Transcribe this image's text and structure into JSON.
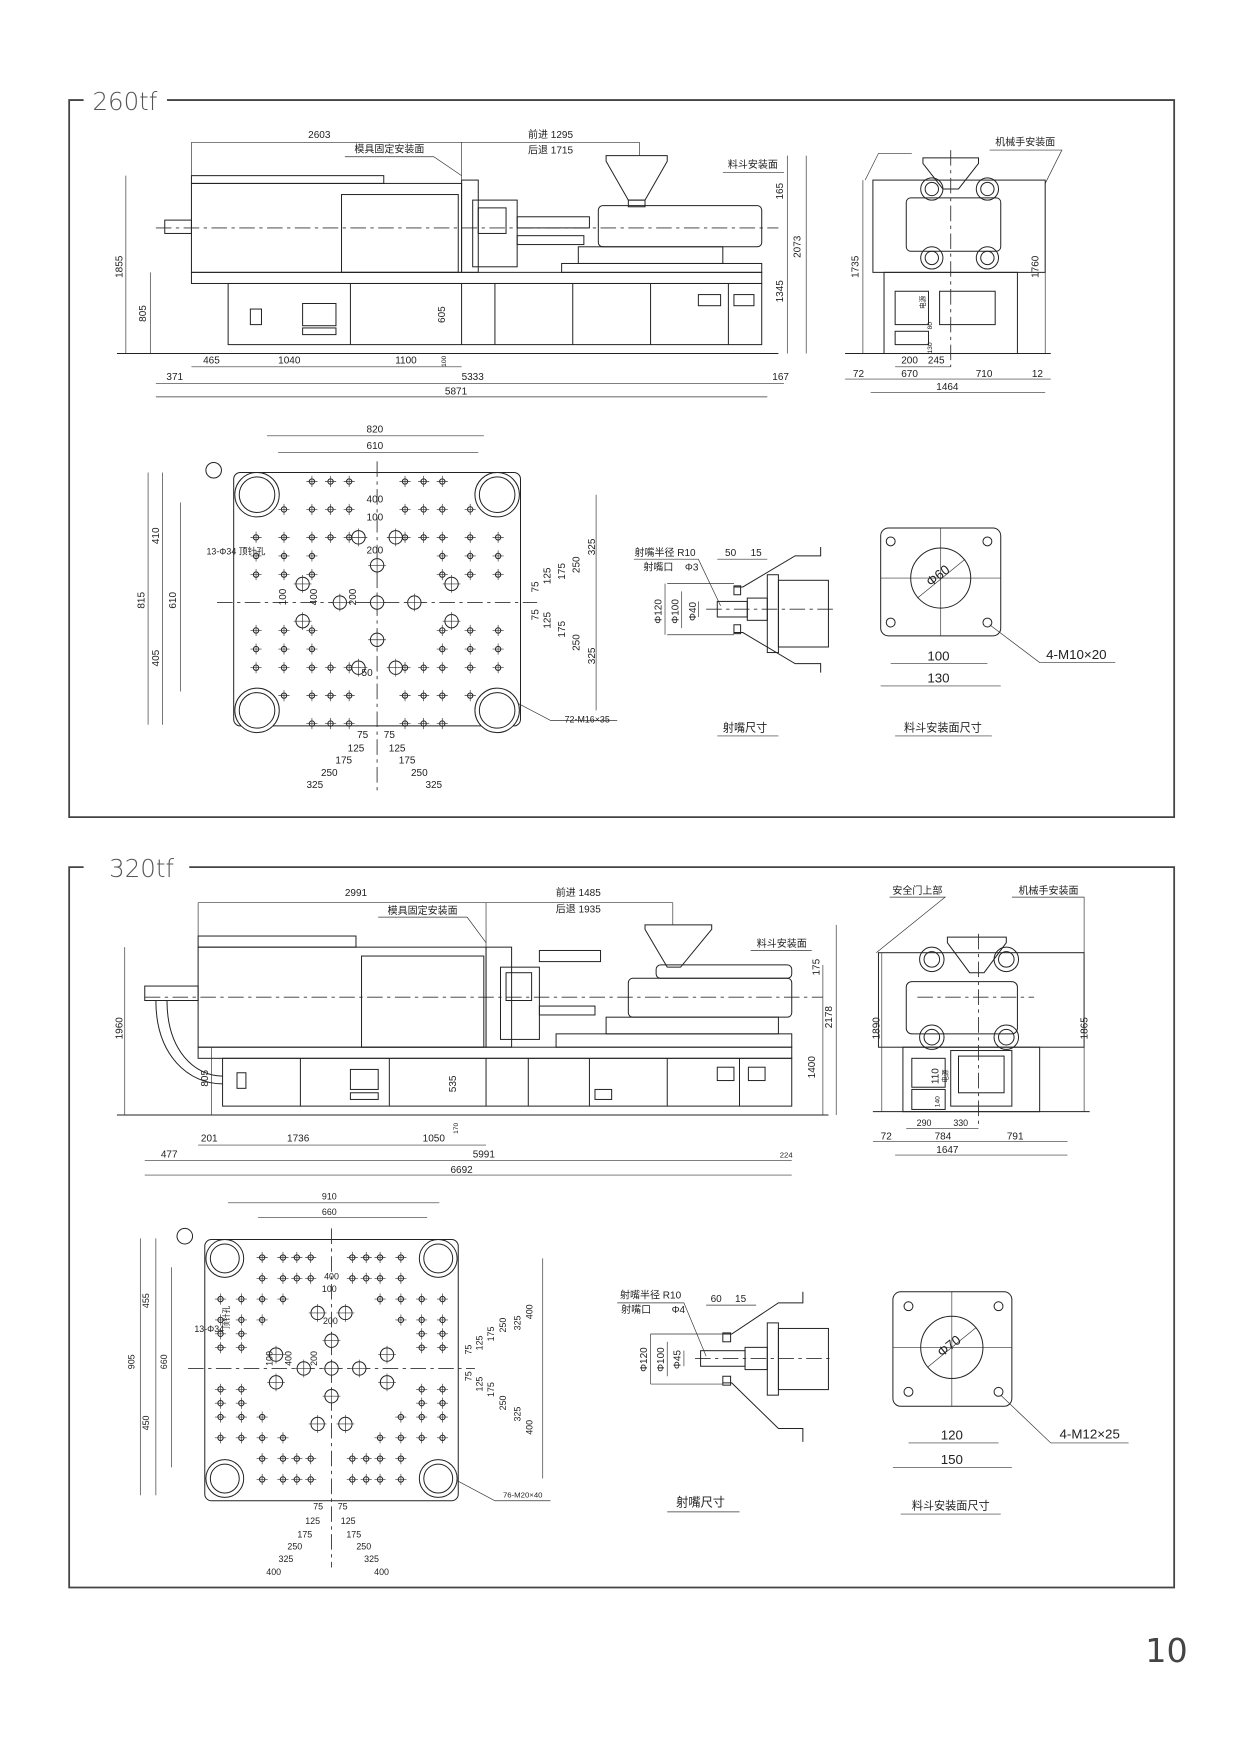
{
  "page_number": "10",
  "s260": {
    "title": "260tf",
    "side": {
      "len_front": "2603",
      "advance": "前进 1295",
      "retreat": "后退 1715",
      "mold_face": "模具固定安装面",
      "hopper_face": "料斗安装面",
      "h_hopper": "165",
      "h_total": "2073",
      "h_center": "1345",
      "h_body": "1855",
      "h_frame": "805",
      "h_cabinet": "605",
      "h_foot": "100",
      "row1": [
        "465",
        "1040",
        "1100"
      ],
      "row2": [
        "371",
        "5333",
        "167"
      ],
      "overall": "5871"
    },
    "end": {
      "robot_face": "机械手安装面",
      "h_left": "1735",
      "h_right": "1760",
      "power": "电源",
      "h_a": "80",
      "h_b": "130",
      "row1": [
        "200",
        "245"
      ],
      "row2": [
        "72",
        "670",
        "710",
        "12"
      ],
      "overall": "1464"
    },
    "plate": {
      "w_outer": "820",
      "w_tie": "610",
      "h_outer": "815",
      "h_top": "410",
      "h_bottom": "405",
      "h_tie": "610",
      "top": [
        "400",
        "100",
        "200"
      ],
      "left": [
        "100",
        "400",
        "200"
      ],
      "small": "50",
      "ejector_label": "13-Φ34 顶针孔",
      "right_upper": [
        "325",
        "250",
        "175",
        "125",
        "75"
      ],
      "right_lower": [
        "75",
        "125",
        "175",
        "250",
        "325"
      ],
      "tap_label": "72-M16×35",
      "bottom": [
        "75",
        "75",
        "125",
        "125",
        "175",
        "175",
        "250",
        "250",
        "325",
        "325"
      ]
    },
    "nozzle": {
      "radius": "射嘴半径 R10",
      "orifice_label": "射嘴口",
      "orifice": "Φ3",
      "len": [
        "50",
        "15"
      ],
      "dia": [
        "Φ120",
        "Φ100",
        "Φ40"
      ],
      "caption": "射嘴尺寸"
    },
    "hopper": {
      "dia": "Φ60",
      "inner": "100",
      "outer": "130",
      "bolts": "4-M10×20",
      "caption": "料斗安装面尺寸"
    }
  },
  "s320": {
    "title": "320tf",
    "side": {
      "len_front": "2991",
      "advance": "前进 1485",
      "retreat": "后退 1935",
      "mold_face": "模具固定安装面",
      "hopper_face": "料斗安装面",
      "h_hopper": "175",
      "h_total": "2178",
      "h_center": "1400",
      "h_body": "1960",
      "h_frame": "805",
      "h_cabinet": "535",
      "h_foot": "170",
      "row1": [
        "201",
        "1736",
        "1050"
      ],
      "row2": [
        "477",
        "5991",
        "224"
      ],
      "overall": "6692"
    },
    "end": {
      "safety_door": "安全门上部",
      "robot_face": "机械手安装面",
      "h_left": "1890",
      "h_right": "1865",
      "power": "电源",
      "h_a": "110",
      "h_b": "140",
      "row1": [
        "290",
        "330"
      ],
      "row2": [
        "72",
        "784",
        "791"
      ],
      "overall": "1647"
    },
    "plate": {
      "w_outer": "910",
      "w_tie": "660",
      "h_outer": "905",
      "h_top": "455",
      "h_bottom": "450",
      "h_tie": "660",
      "top": [
        "400",
        "100",
        "200"
      ],
      "left": [
        "100",
        "400",
        "200"
      ],
      "ejector_label": "13-Φ34",
      "ejector_label2": "顶针孔",
      "right_upper": [
        "400",
        "325",
        "250",
        "175",
        "125",
        "75"
      ],
      "right_lower": [
        "75",
        "125",
        "175",
        "250",
        "325",
        "400"
      ],
      "tap_label": "76-M20×40",
      "bottom": [
        "75",
        "75",
        "125",
        "125",
        "175",
        "175",
        "250",
        "250",
        "325",
        "325",
        "400",
        "400"
      ]
    },
    "nozzle": {
      "radius": "射嘴半径 R10",
      "orifice_label": "射嘴口",
      "orifice": "Φ4",
      "len": [
        "60",
        "15"
      ],
      "dia": [
        "Φ120",
        "Φ100",
        "Φ45"
      ],
      "caption": "射嘴尺寸"
    },
    "hopper": {
      "dia": "Φ70",
      "inner": "120",
      "outer": "150",
      "bolts": "4-M12×25",
      "caption": "料斗安装面尺寸"
    }
  }
}
